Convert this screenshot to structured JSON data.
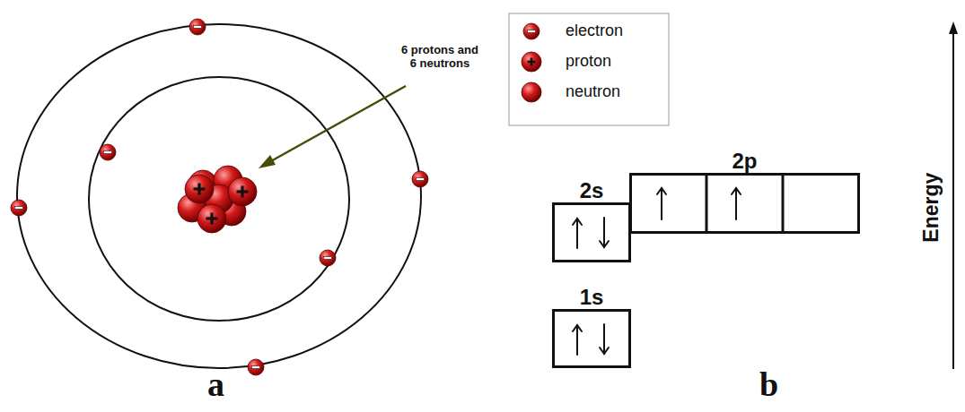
{
  "diagram": {
    "nodes": [
      {
        "text": [
          "2p"
        ]
      },
      {
        "text": [
          "2s"
        ]
      },
      {
        "text": [
          "1s"
        ]
      }
    ],
    "labels": [
      "6 protons and 6 neutrons",
      "Energy",
      "a",
      "b"
    ],
    "legend": [
      {
        "text": "electron"
      },
      {
        "text": "proton"
      },
      {
        "text": "neutron"
      }
    ]
  }
}
